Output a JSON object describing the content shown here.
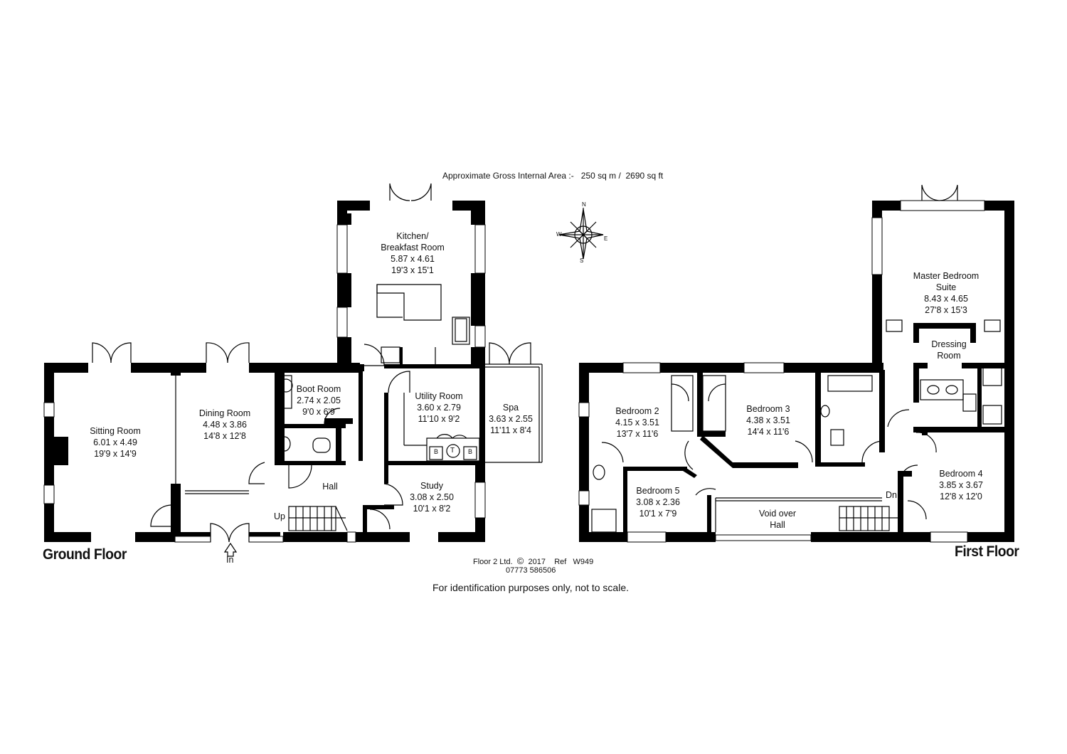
{
  "header": {
    "gia_label": "Approximate Gross Internal Area :-",
    "gia_sqm": "250 sq m",
    "gia_sep": "/",
    "gia_sqft": "2690 sq ft"
  },
  "compass": {
    "n": "N",
    "s": "S",
    "e": "E",
    "w": "W"
  },
  "ground_floor": {
    "title": "Ground Floor",
    "entrance": "In",
    "stairs_up": "Up",
    "rooms": {
      "kitchen": {
        "name1": "Kitchen/",
        "name2": "Breakfast Room",
        "metric": "5.87 x 4.61",
        "imperial": "19'3 x 15'1"
      },
      "sitting": {
        "name": "Sitting Room",
        "metric": "6.01 x 4.49",
        "imperial": "19'9 x 14'9"
      },
      "dining": {
        "name": "Dining Room",
        "metric": "4.48 x 3.86",
        "imperial": "14'8 x 12'8"
      },
      "boot": {
        "name": "Boot Room",
        "metric": "2.74 x 2.05",
        "imperial": "9'0 x 6'9"
      },
      "utility": {
        "name": "Utility Room",
        "metric": "3.60 x 2.79",
        "imperial": "11'10 x 9'2"
      },
      "spa": {
        "name": "Spa",
        "metric": "3.63 x 2.55",
        "imperial": "11'11 x 8'4"
      },
      "hall": {
        "name": "Hall"
      },
      "study": {
        "name": "Study",
        "metric": "3.08 x 2.50",
        "imperial": "10'1 x 8'2"
      }
    },
    "fixtures": {
      "b1": "B",
      "t": "T",
      "b2": "B"
    }
  },
  "first_floor": {
    "title": "First Floor",
    "stairs_down": "Dn",
    "rooms": {
      "master": {
        "name1": "Master Bedroom",
        "name2": "Suite",
        "metric": "8.43 x 4.65",
        "imperial": "27'8 x 15'3"
      },
      "dressing": {
        "name1": "Dressing",
        "name2": "Room"
      },
      "bed2": {
        "name": "Bedroom 2",
        "metric": "4.15 x 3.51",
        "imperial": "13'7 x 11'6"
      },
      "bed3": {
        "name": "Bedroom 3",
        "metric": "4.38 x 3.51",
        "imperial": "14'4 x 11'6"
      },
      "bed4": {
        "name": "Bedroom 4",
        "metric": "3.85 x 3.67",
        "imperial": "12'8 x 12'0"
      },
      "bed5": {
        "name": "Bedroom 5",
        "metric": "3.08 x 2.36",
        "imperial": "10'1 x 7'9"
      },
      "void": {
        "name1": "Void over",
        "name2": "Hall"
      }
    }
  },
  "footer": {
    "company": "Floor 2 Ltd.",
    "copyright": "©",
    "year": "2017",
    "ref_label": "Ref",
    "ref": "W949",
    "phone": "07773 586506",
    "disclaimer": "For identification purposes only, not to scale."
  }
}
